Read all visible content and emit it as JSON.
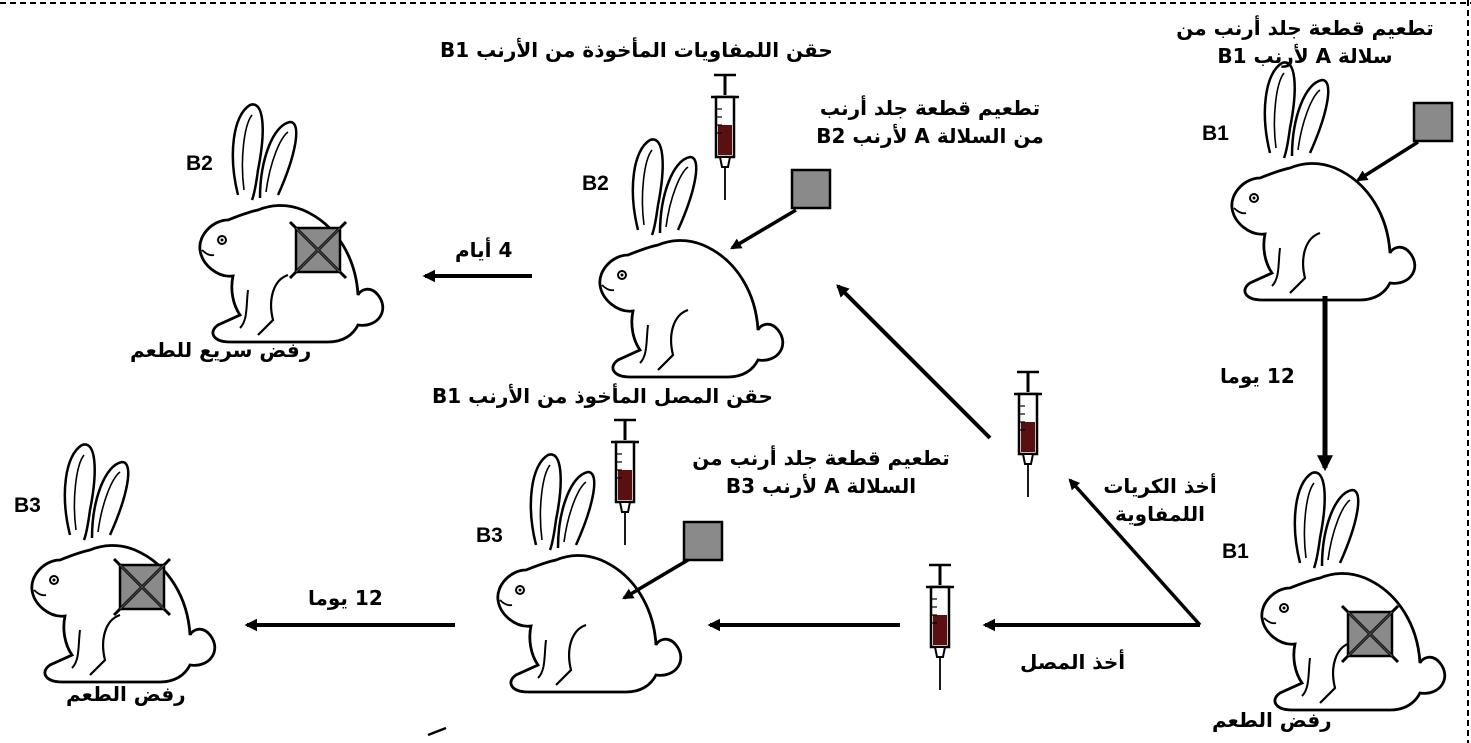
{
  "rabbits": {
    "b1_top": "B1",
    "b1_bottom": "B1",
    "b2_middle": "B2",
    "b2_left": "B2",
    "b3_middle": "B3",
    "b3_left": "B3"
  },
  "labels": {
    "graft_b1_line1": "تطعيم قطعة جلد أرنب من",
    "graft_b1_line2": "سلالة A لأرنب B1",
    "days_12_right": "12 يوما",
    "rejection_b1": "رفض الطعم",
    "take_lymphocytes_line1": "أخذ الكريات",
    "take_lymphocytes_line2": "اللمفاوية",
    "take_serum": "أخذ المصل",
    "inject_lymphocytes": "حقن اللمفاويات المأخوذة من الأرنب B1",
    "graft_b2_line1": "تطعيم قطعة جلد أرنب",
    "graft_b2_line2": "من السلالة A لأرنب B2",
    "days_4": "4 أيام",
    "fast_rejection": "رفض سريع للطعم",
    "inject_serum": "حقن المصل  المأخوذ من الأرنب B1",
    "graft_b3_line1": "تطعيم قطعة جلد أرنب من",
    "graft_b3_line2": "السلالة A لأرنب B3",
    "days_12_left": "12 يوما",
    "rejection_b3": "رفض الطعم"
  },
  "colors": {
    "ink": "#000000",
    "skin_graft": "#8a8a8a",
    "blood": "#5a1010"
  },
  "icons": [
    "rabbit-icon",
    "syringe-icon",
    "skin-graft-icon",
    "rejected-graft-icon",
    "arrow-icon"
  ]
}
